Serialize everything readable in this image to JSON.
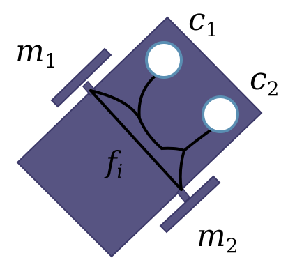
{
  "labels": {
    "c1": {
      "base": "c",
      "sub": "1"
    },
    "c2": {
      "base": "c",
      "sub": "2"
    },
    "m1": {
      "base": "m",
      "sub": "1"
    },
    "m2": {
      "base": "m",
      "sub": "2"
    },
    "fi": {
      "base": "f",
      "sub": "i"
    }
  },
  "colors": {
    "board_fill": "#575482",
    "board_stroke": "#3b3868",
    "terminal_fill": "#575482",
    "terminal_stroke": "#3b3868",
    "contact_fill": "#ffffff",
    "contact_stroke": "#5a8fb3",
    "trace": "#000000"
  }
}
